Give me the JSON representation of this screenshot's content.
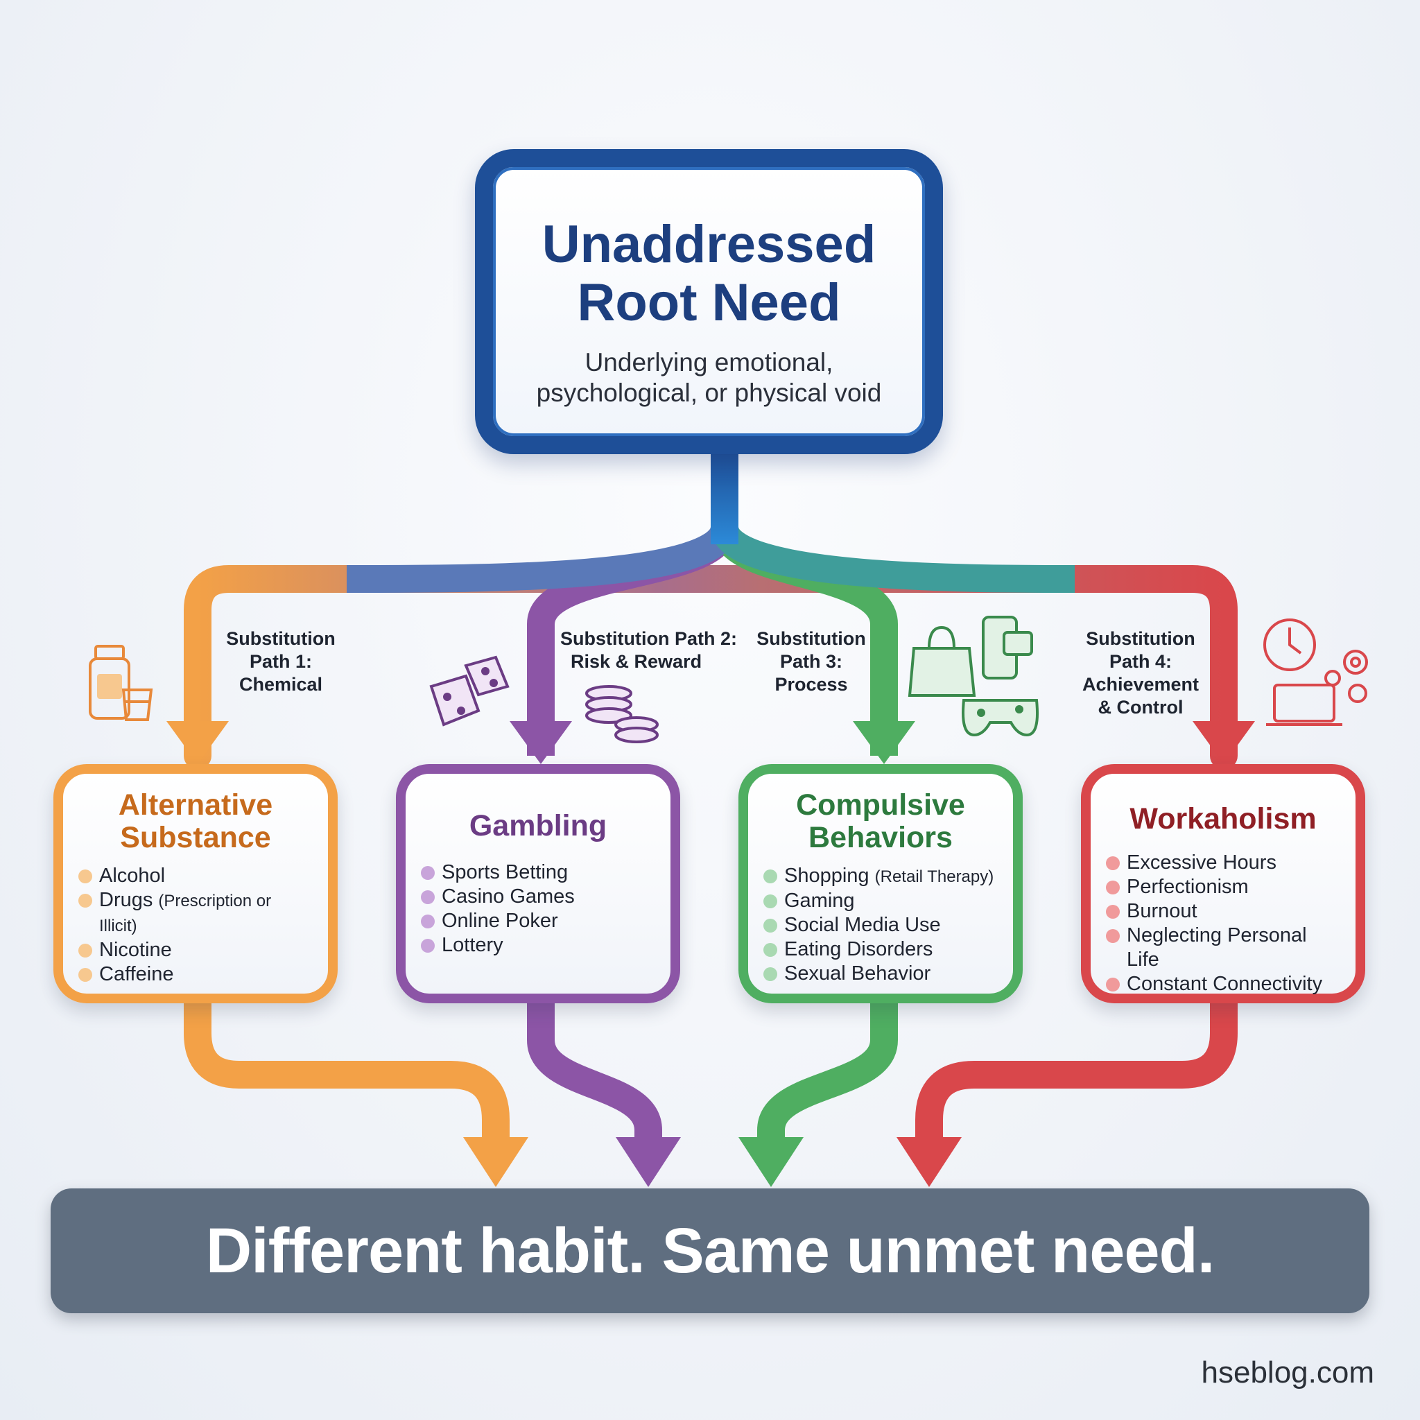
{
  "root": {
    "title_line1": "Unaddressed",
    "title_line2": "Root Need",
    "subtitle_line1": "Underlying emotional,",
    "subtitle_line2": "psychological, or physical void",
    "color": "#1e4f98"
  },
  "paths": [
    {
      "label_lines": [
        "Substitution",
        "Path 1:",
        "Chemical"
      ],
      "title_lines": [
        "Alternative",
        "Substance"
      ],
      "color": "#f3a147",
      "icon": "medicine-bottle-and-glass-icon",
      "items": [
        {
          "text": "Alcohol",
          "note": ""
        },
        {
          "text": "Drugs",
          "note": "(Prescription or Illicit)"
        },
        {
          "text": "Nicotine",
          "note": ""
        },
        {
          "text": "Caffeine",
          "note": ""
        }
      ]
    },
    {
      "label_lines": [
        "Substitution Path 2:",
        "Risk & Reward"
      ],
      "title_lines": [
        "Gambling"
      ],
      "color": "#8c55a6",
      "icon": "dice-and-chips-icon",
      "items": [
        {
          "text": "Sports Betting",
          "note": ""
        },
        {
          "text": "Casino Games",
          "note": ""
        },
        {
          "text": "Online Poker",
          "note": ""
        },
        {
          "text": "Lottery",
          "note": ""
        }
      ]
    },
    {
      "label_lines": [
        "Substitution",
        "Path 3:",
        "Process"
      ],
      "title_lines": [
        "Compulsive",
        "Behaviors"
      ],
      "color": "#4fae61",
      "icon": "shopping-phone-gamepad-icon",
      "items": [
        {
          "text": "Shopping",
          "note": "(Retail Therapy)"
        },
        {
          "text": "Gaming",
          "note": ""
        },
        {
          "text": "Social Media Use",
          "note": ""
        },
        {
          "text": "Eating Disorders",
          "note": ""
        },
        {
          "text": "Sexual Behavior",
          "note": ""
        }
      ]
    },
    {
      "label_lines": [
        "Substitution",
        "Path 4:",
        "Achievement",
        "& Control"
      ],
      "title_lines": [
        "Workaholism"
      ],
      "color": "#d9474b",
      "icon": "clock-laptop-gears-icon",
      "items": [
        {
          "text": "Excessive Hours",
          "note": ""
        },
        {
          "text": "Perfectionism",
          "note": ""
        },
        {
          "text": "Burnout",
          "note": ""
        },
        {
          "text": "Neglecting Personal Life",
          "note": ""
        },
        {
          "text": "Constant Connectivity",
          "note": ""
        }
      ]
    }
  ],
  "banner": {
    "text": "Different habit. Same unmet need.",
    "color": "#5f6e80"
  },
  "watermark": "hseblog.com"
}
